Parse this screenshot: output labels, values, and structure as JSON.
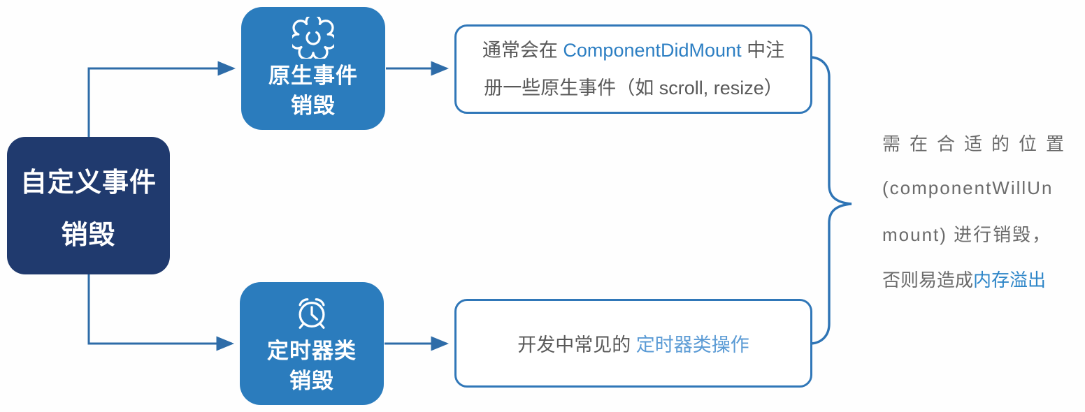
{
  "root_node": {
    "line1": "自定义事件",
    "line2": "销毁"
  },
  "branches": [
    {
      "icon": "gear-icon",
      "line1": "原生事件",
      "line2": "销毁",
      "detail": {
        "prefix": "通常会在 ",
        "highlight": "ComponentDidMount",
        "suffix": " 中注册一些原生事件（如 scroll, resize）"
      }
    },
    {
      "icon": "alarm-clock-icon",
      "line1": "定时器类",
      "line2": "销毁",
      "detail": {
        "prefix": "开发中常见的 ",
        "highlight": "定时器类操作",
        "suffix": ""
      }
    }
  ],
  "note": {
    "line1": "需在合适的位置",
    "line2": "(componentWillUn",
    "line3": "mount) 进行销毁，",
    "line4_prefix": "否则易造成 ",
    "line4_highlight": "内存溢出"
  },
  "colors": {
    "root_navy": "#203a6e",
    "branch_blue": "#2b7cbd",
    "connector_blue": "#2e6ca8",
    "callout_border_blue": "#3077b8",
    "brace_blue": "#2e74b5",
    "text_gray": "#595959",
    "note_gray": "#6b6b6b",
    "highlight_blue": "#2d7fc3",
    "highlight_light_blue": "#5b9bd5",
    "note_highlight_blue": "#2e86c8"
  }
}
